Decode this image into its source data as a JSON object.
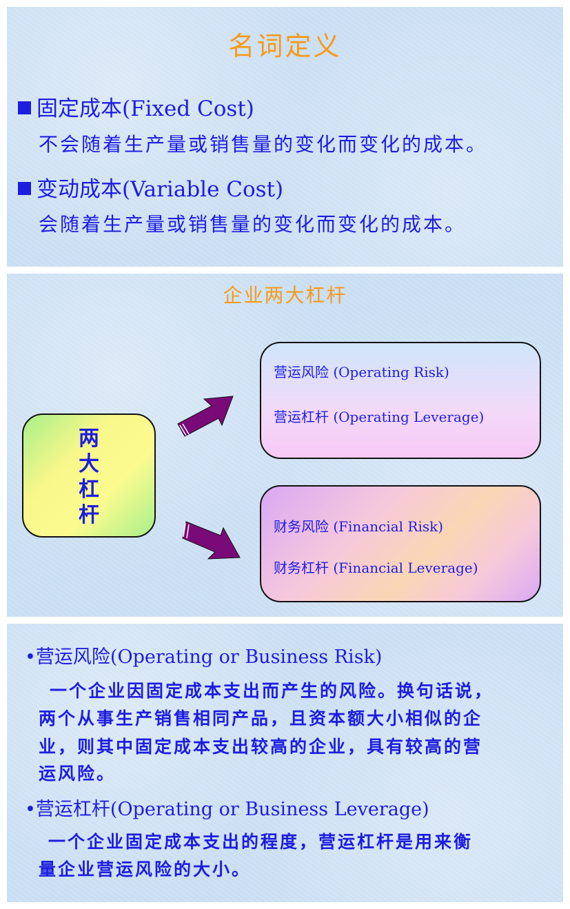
{
  "slide1": {
    "title": "名词定义",
    "items": [
      {
        "heading": "固定成本(Fixed Cost)",
        "desc": "不会随着生产量或销售量的变化而变化的成本。"
      },
      {
        "heading": "变动成本(Variable Cost)",
        "desc": "会随着生产量或销售量的变化而变化的成本。"
      }
    ]
  },
  "slide2": {
    "title": "企业两大杠杆",
    "center_chars": [
      "两",
      "大",
      "杠",
      "杆"
    ],
    "operating_box": [
      "营运风险 (Operating Risk)",
      "营运杠杆 (Operating Leverage)"
    ],
    "financial_box": [
      "财务风险 (Financial Risk)",
      "财务杠杆 (Financial Leverage)"
    ]
  },
  "slide3": {
    "items": [
      {
        "heading": "•营运风险(Operating or Business Risk)",
        "lines": [
          "一个企业因固定成本支出而产生的风险。换句话说，",
          "两个从事生产销售相同产品，且资本额大小相似的企",
          "业，则其中固定成本支出较高的企业，具有较高的营",
          "运风险。"
        ]
      },
      {
        "heading": "•营运杠杆(Operating or Business Leverage)",
        "lines": [
          "一个企业固定成本支出的程度，营运杠杆是用来衡",
          "量企业营运风险的大小。"
        ]
      }
    ]
  },
  "colors": {
    "text": "#1d1de0",
    "title": "#f59a1a",
    "arrow": "#7a0a78",
    "background": "#c9def3"
  }
}
